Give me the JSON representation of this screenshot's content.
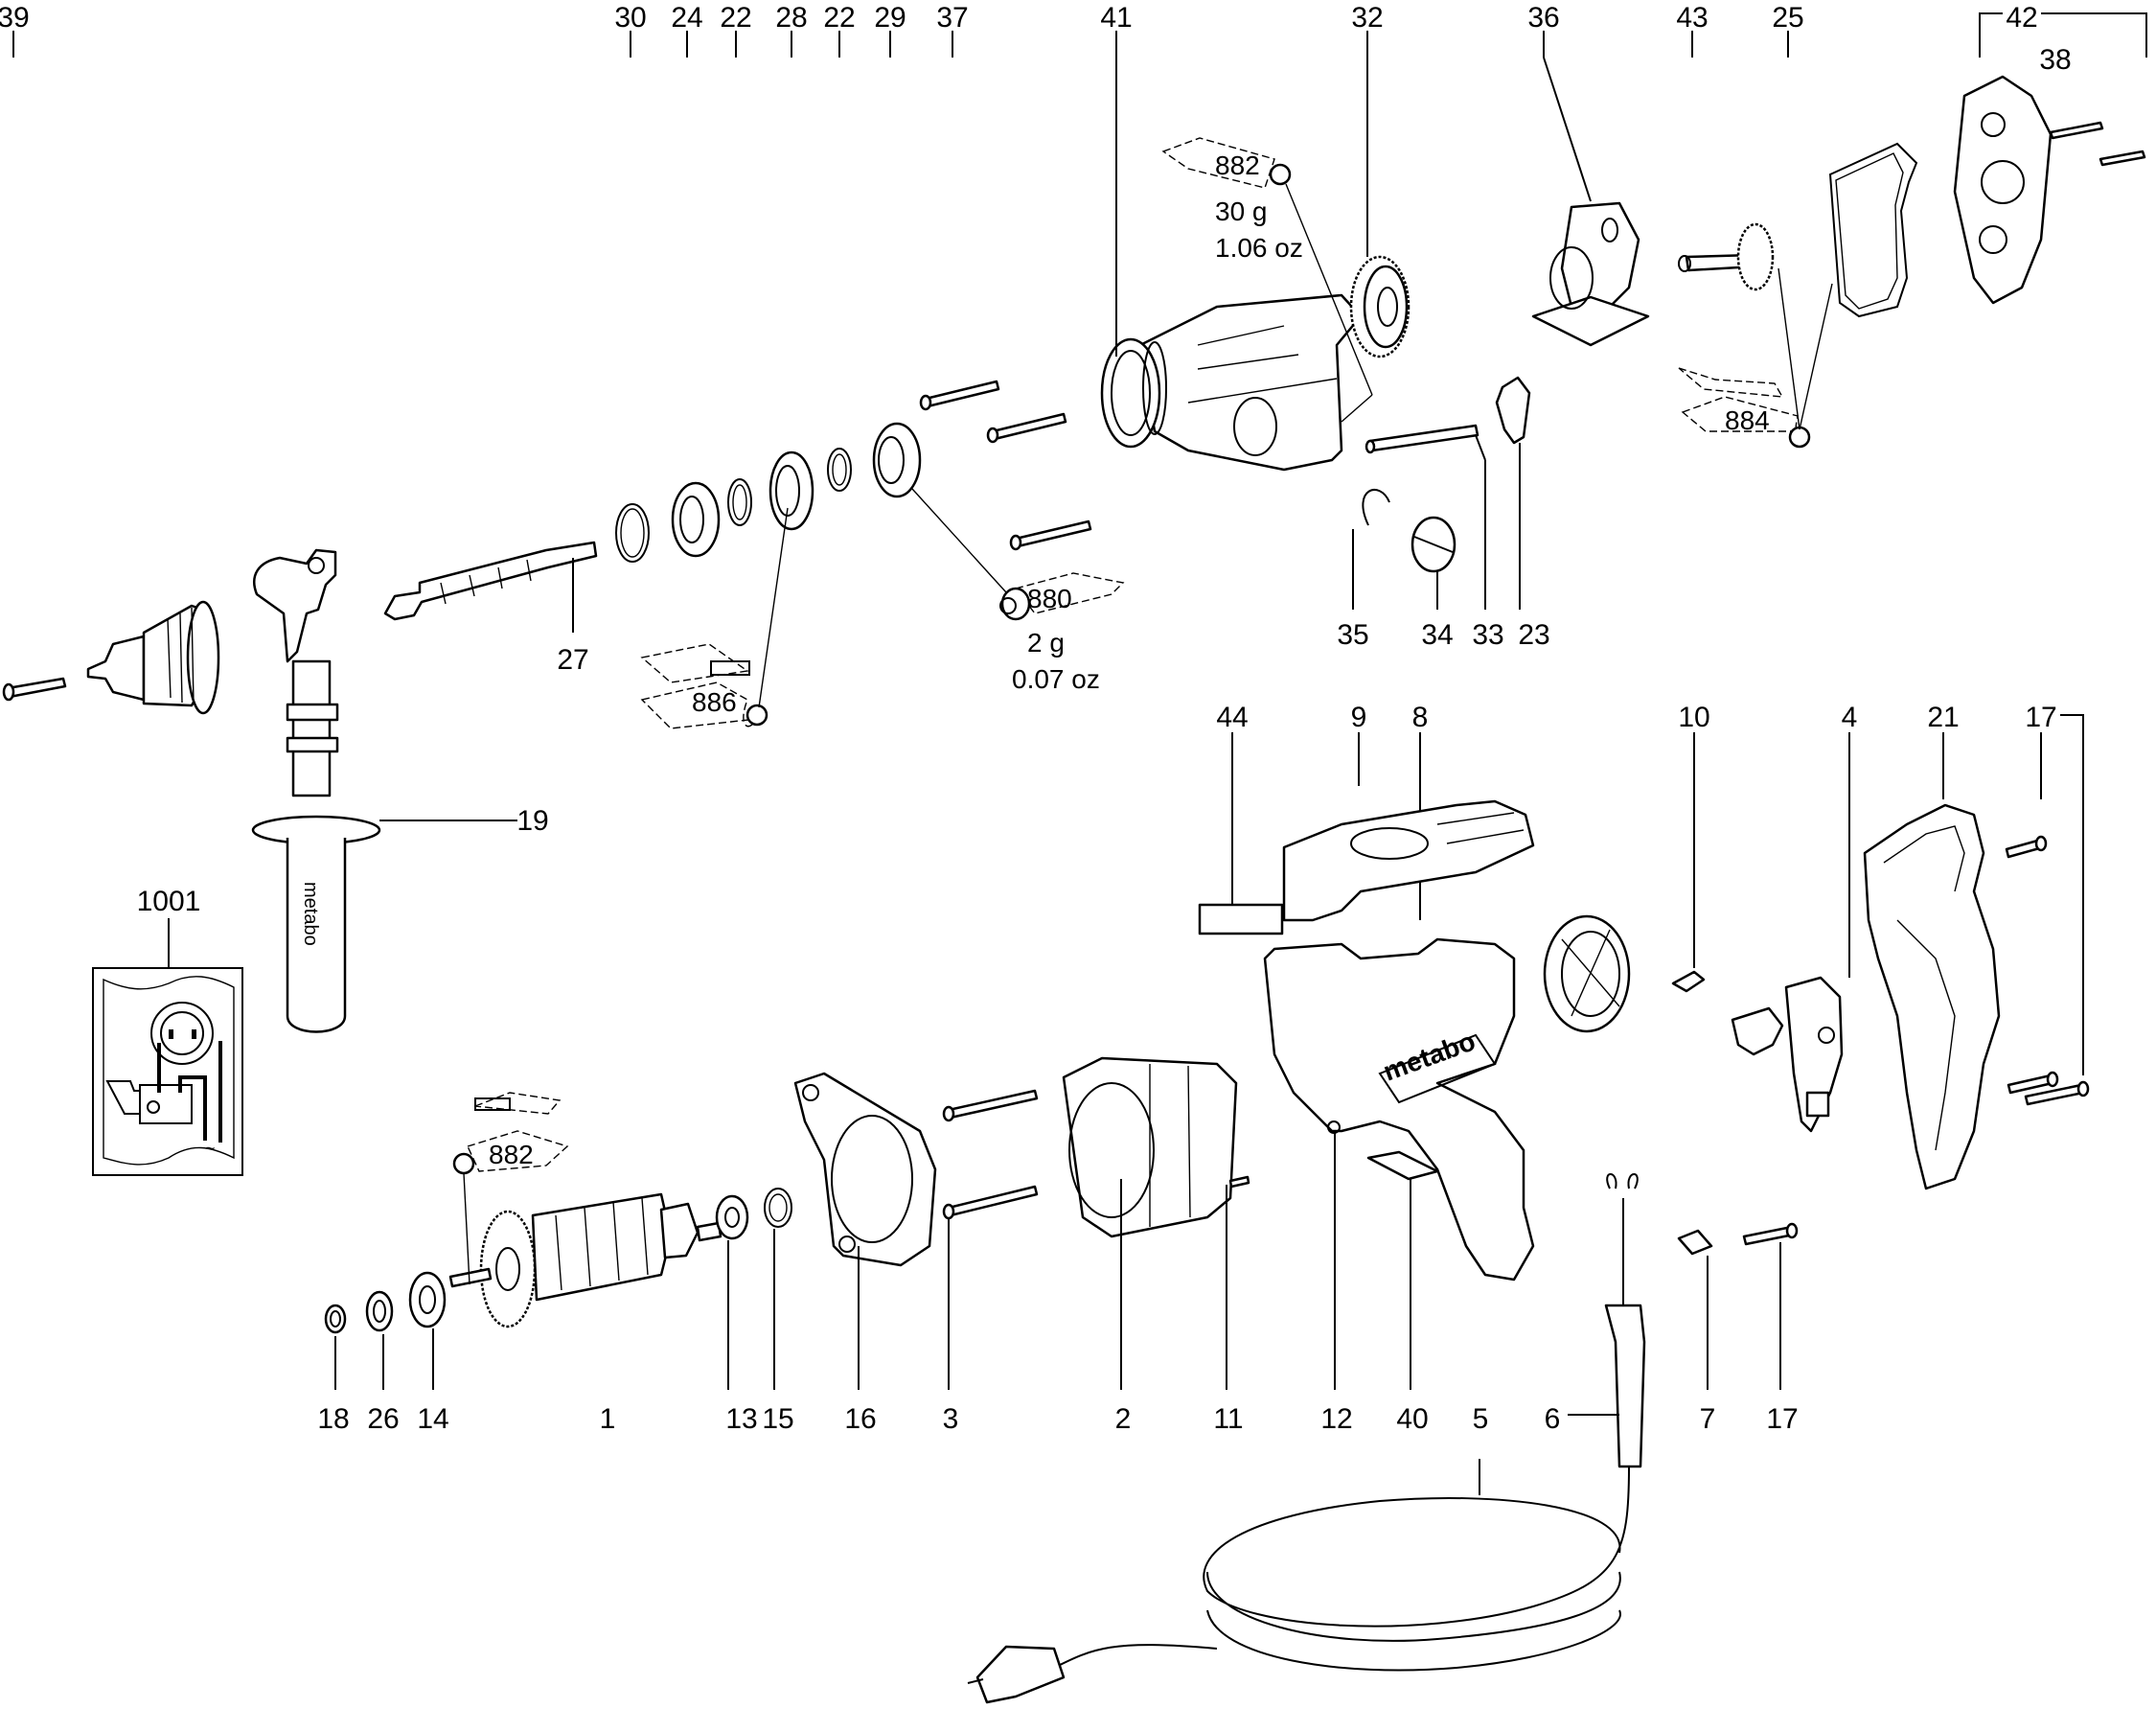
{
  "title": "Exploded parts diagram - hammer drill",
  "brand_text": "metabo",
  "callouts": {
    "c39": "39",
    "c30": "30",
    "c24": "24",
    "c22a": "22",
    "c28": "28",
    "c22b": "22",
    "c29": "29",
    "c37": "37",
    "c41": "41",
    "c32": "32",
    "c36": "36",
    "c43": "43",
    "c25": "25",
    "c42": "42",
    "c38": "38",
    "c27": "27",
    "c35": "35",
    "c34": "34",
    "c33": "33",
    "c23": "23",
    "c19": "19",
    "c1001": "1001",
    "c44": "44",
    "c9": "9",
    "c8": "8",
    "c10": "10",
    "c4": "4",
    "c21": "21",
    "c17a": "17",
    "c18": "18",
    "c26": "26",
    "c14": "14",
    "c1": "1",
    "c13": "13",
    "c15": "15",
    "c16": "16",
    "c3": "3",
    "c2": "2",
    "c11": "11",
    "c12": "12",
    "c40": "40",
    "c5": "5",
    "c6": "6",
    "c7": "7",
    "c17b": "17"
  },
  "lubricants": [
    {
      "code": "882",
      "amount": "30 g",
      "amount_imperial": "1.06 oz"
    },
    {
      "code": "880",
      "amount": "2 g",
      "amount_imperial": "0.07 oz"
    },
    {
      "code": "886"
    },
    {
      "code": "884"
    },
    {
      "code": "882"
    }
  ],
  "wiring_symbol": "~"
}
